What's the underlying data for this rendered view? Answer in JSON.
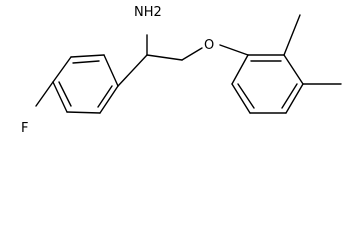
{
  "molecule": {
    "atom_labels": {
      "amine": "NH2",
      "ether_oxygen": "O",
      "fluorine": "F"
    }
  }
}
